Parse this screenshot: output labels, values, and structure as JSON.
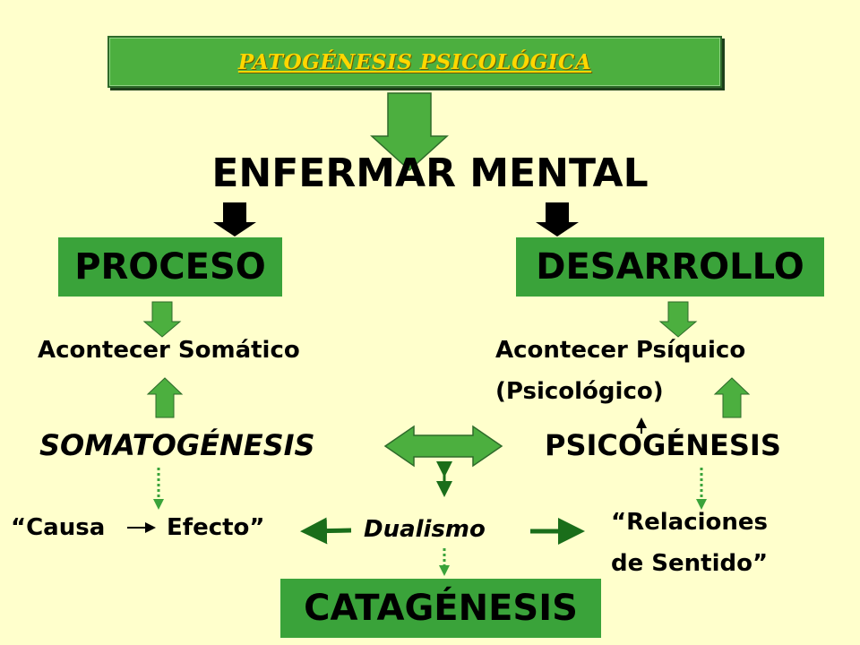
{
  "title": "PATOGÉNESIS PSICOLÓGICA",
  "heading": "ENFERMAR MENTAL",
  "left_box": "PROCESO",
  "right_box": "DESARROLLO",
  "left_event": "Acontecer Somático",
  "right_event_line1": "Acontecer Psíquico",
  "right_event_line2": "(Psicológico)",
  "left_genesis": "SOMATOGÉNESIS",
  "right_genesis": "PSICOGÉNESIS",
  "cause": "“Causa",
  "effect": "Efecto”",
  "dualism": "Dualismo",
  "relations_line1": "“Relaciones",
  "relations_line2": "de Sentido”",
  "bottom_box": "CATAGÉNESIS",
  "colors": {
    "background": "#ffffcc",
    "box_green": "#3aa33a",
    "arrow_green": "#4caf3f",
    "title_text": "#ffd700"
  }
}
